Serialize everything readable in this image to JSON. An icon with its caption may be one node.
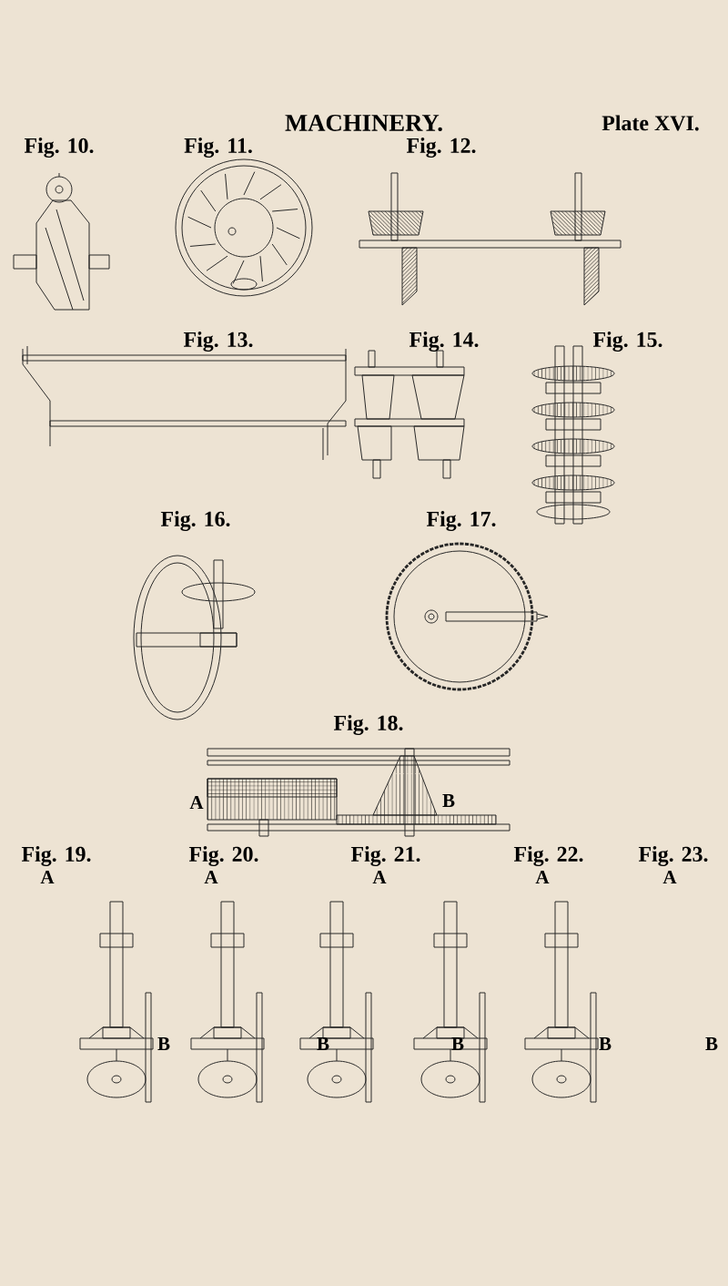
{
  "diagram": {
    "title": "MACHINERY.",
    "labels": [
      "Plate XVI.",
      "Fig. 10.",
      "Fig. 11.",
      "Fig. 12.",
      "Fig. 13.",
      "Fig. 14.",
      "Fig. 15.",
      "Fig. 16.",
      "Fig. 17.",
      "Fig. 18.",
      "A",
      "B",
      "Fig. 19.",
      "Fig. 20.",
      "Fig. 21.",
      "Fig. 22.",
      "Fig. 23.",
      "A",
      "A",
      "A",
      "A",
      "A",
      "B",
      "B",
      "B",
      "B",
      "B"
    ]
  }
}
